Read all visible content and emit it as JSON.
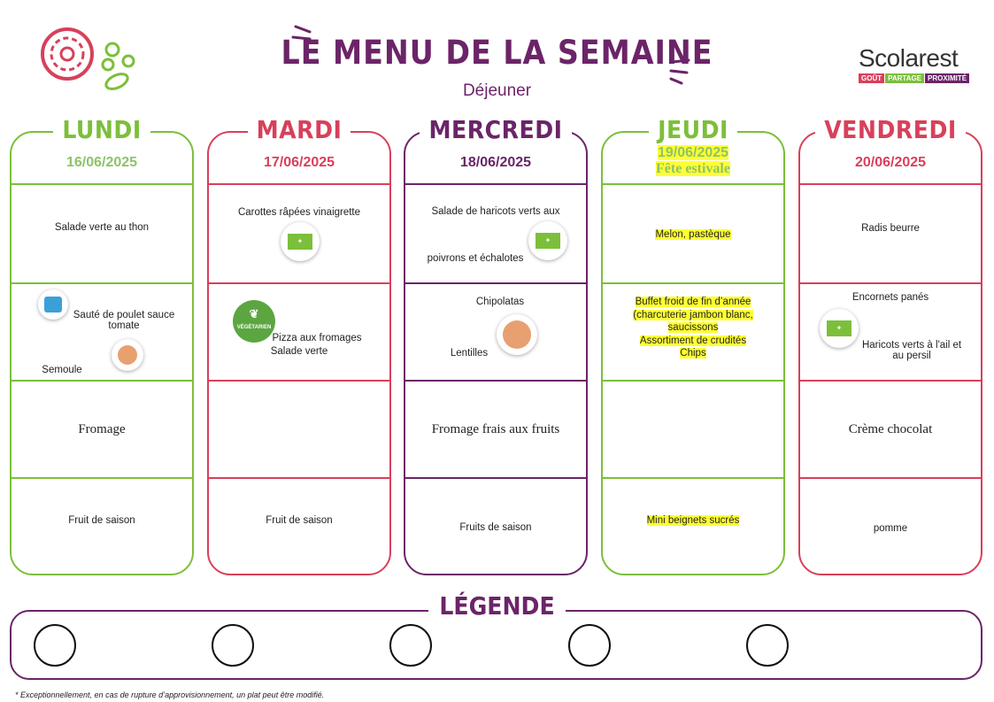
{
  "header": {
    "title": "LE MENU DE LA SEMAINE",
    "subtitle": "Déjeuner",
    "brand": {
      "name": "Scolarest",
      "tags": [
        "GOÛT",
        "PARTAGE",
        "PROXIMITÉ"
      ]
    }
  },
  "colors": {
    "purple": "#6b2468",
    "green": "#7cbf3a",
    "red": "#d8405b",
    "highlight": "#ffff33"
  },
  "days": [
    {
      "name": "LUNDI",
      "date": "16/06/2025",
      "starter": "Salade verte au thon",
      "main_1": "Sauté de poulet sauce tomate",
      "main_2": "Semoule",
      "cheese": "Fromage",
      "dessert": "Fruit de saison"
    },
    {
      "name": "MARDI",
      "date": "17/06/2025",
      "starter": "Carottes râpées vinaigrette",
      "main_1": "Pizza aux fromages",
      "main_2": "Salade verte",
      "veg_badge": "VÉGÉTARIEN",
      "cheese": "",
      "dessert": "Fruit de saison"
    },
    {
      "name": "MERCREDI",
      "date": "18/06/2025",
      "starter_1": "Salade de haricots verts aux",
      "starter_2": "poivrons et échalotes",
      "main_1": "Chipolatas",
      "main_2": "Lentilles",
      "cheese": "Fromage frais aux fruits",
      "dessert": "Fruits de saison"
    },
    {
      "name": "JEUDI",
      "date": "19/06/2025",
      "event": "Fête estivale",
      "starter": "Melon, pastèque",
      "main_lines": [
        "Buffet froid de fin d’année",
        "(charcuterie jambon blanc,",
        "saucissons",
        "Assortiment de crudités",
        "Chips"
      ],
      "cheese": "",
      "dessert": "Mini beignets sucrés"
    },
    {
      "name": "VENDREDI",
      "date": "20/06/2025",
      "starter": "Radis beurre",
      "main_1": "Encornets panés",
      "main_2": "Haricots verts à l'ail et au persil",
      "cheese": "Crème chocolat",
      "dessert": "pomme"
    }
  ],
  "legend": {
    "title": "LÉGENDE",
    "circle_count": 5
  },
  "footnote": "* Exceptionnellement, en cas de rupture d’approvisionnement, un plat peut être modifié."
}
